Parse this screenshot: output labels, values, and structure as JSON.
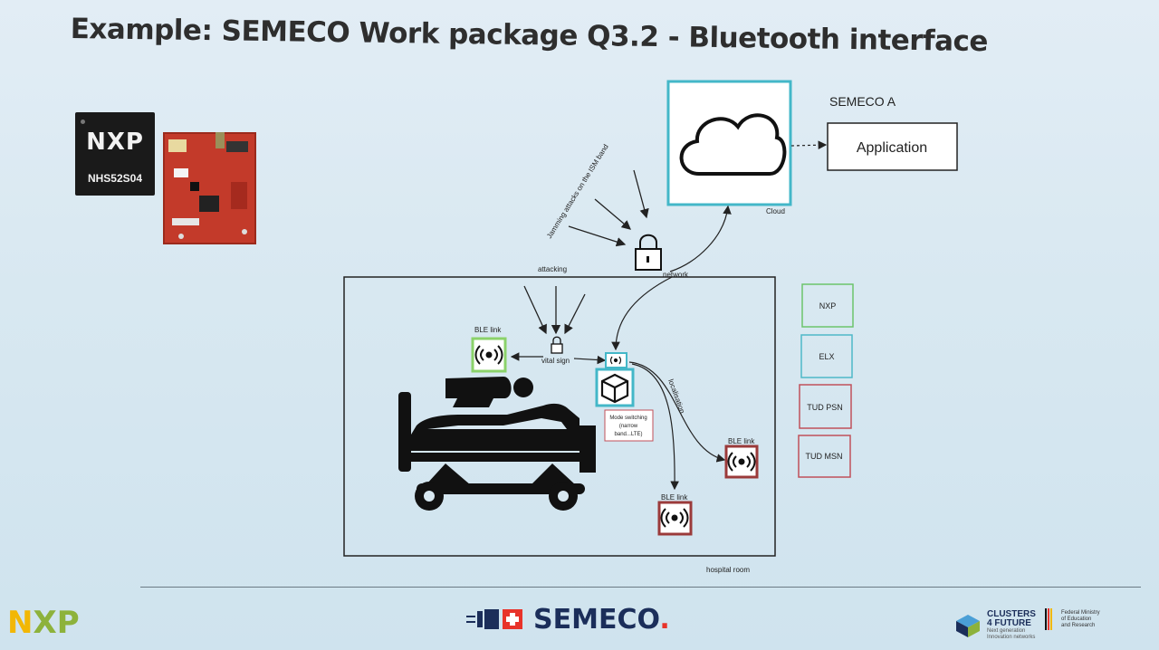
{
  "slide": {
    "title": "Example: SEMECO Work package Q3.2 - Bluetooth interface"
  },
  "chip": {
    "logo": "NXP",
    "part_number": "NHS52S04"
  },
  "diagram": {
    "cloud_label": "Cloud",
    "semeco_a_label": "SEMECO A",
    "application_label": "Application",
    "jamming_label": "Jamming attacks on the ISM band",
    "network_label": "network",
    "attacking_label": "attacking",
    "vital_sign_label": "vital sign",
    "localisation_label": "localisation",
    "ble_link_labels": [
      "BLE link",
      "BLE link",
      "BLE link"
    ],
    "mode_switching_lines": [
      "Mode switching",
      "(narrow",
      "band...LTE)"
    ],
    "hospital_room_label": "hospital room"
  },
  "legend": [
    {
      "label": "NXP",
      "color": "#6cc46c"
    },
    {
      "label": "ELX",
      "color": "#4fb8c8"
    },
    {
      "label": "TUD PSN",
      "color": "#c0505a"
    },
    {
      "label": "TUD MSN",
      "color": "#c0505a"
    }
  ],
  "colors": {
    "cloud_border": "#43b7c8",
    "ble_green": "#8bd26a",
    "ble_red": "#9b3a3a",
    "hub_teal": "#43b7c8"
  },
  "footer": {
    "left_logo": [
      "N",
      "X",
      "P"
    ],
    "center_logo": "SEMECO",
    "center_logo_dot": ".",
    "clusters_lines": [
      "CLUSTERS",
      "4 FUTURE"
    ],
    "clusters_sub": "Next generation Innovation networks",
    "ministry_lines": [
      "Federal Ministry",
      "of Education",
      "and Research"
    ]
  }
}
